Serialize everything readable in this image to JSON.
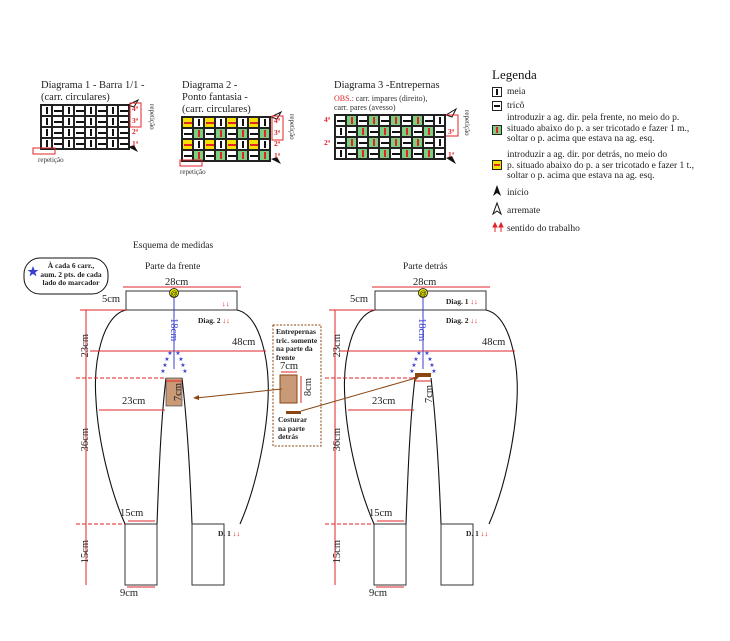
{
  "diagram1": {
    "title_lines": [
      "Diagrama 1 - Barra 1/1 -",
      "(carr. circulares)"
    ],
    "rows": [
      [
        "meia",
        "trico",
        "meia",
        "trico",
        "meia",
        "trico",
        "meia",
        "trico"
      ],
      [
        "meia",
        "trico",
        "meia",
        "trico",
        "meia",
        "trico",
        "meia",
        "trico"
      ],
      [
        "meia",
        "trico",
        "meia",
        "trico",
        "meia",
        "trico",
        "meia",
        "trico"
      ],
      [
        "meia",
        "trico",
        "meia",
        "trico",
        "meia",
        "trico",
        "meia",
        "trico"
      ]
    ],
    "row_labels": [
      "4ª",
      "3ª",
      "2ª",
      "1ª"
    ],
    "repeat_bottom": "repetição",
    "repeat_side": "repetição"
  },
  "diagram2": {
    "title_lines": [
      "Diagrama 2 -",
      "Ponto fantasia -",
      "(carr. circulares)"
    ],
    "rows": [
      [
        "yellow",
        "meia",
        "yellow",
        "meia",
        "yellow",
        "meia",
        "yellow",
        "meia"
      ],
      [
        "trico",
        "green",
        "trico",
        "green",
        "trico",
        "green",
        "trico",
        "green"
      ],
      [
        "yellow",
        "meia",
        "yellow",
        "meia",
        "yellow",
        "meia",
        "yellow",
        "meia"
      ],
      [
        "trico",
        "green",
        "trico",
        "green",
        "trico",
        "green",
        "trico",
        "green"
      ]
    ],
    "row_labels": [
      "4ª",
      "3ª",
      "2ª",
      "1ª"
    ],
    "repeat_bottom": "repetição",
    "repeat_side": "repetição"
  },
  "diagram3": {
    "title": "Diagrama 3 -Entrepernas",
    "obs_label": "OBS.:",
    "obs_line1": " carr. impares (direito),",
    "obs_line2": "carr. pares (avesso)",
    "rows": [
      [
        "trico",
        "green",
        "trico",
        "green",
        "trico",
        "green",
        "trico",
        "green",
        "trico",
        "meia"
      ],
      [
        "meia",
        "trico",
        "green",
        "trico",
        "green",
        "trico",
        "green",
        "trico",
        "green",
        "trico"
      ],
      [
        "trico",
        "green",
        "trico",
        "green",
        "trico",
        "green",
        "trico",
        "green",
        "trico",
        "meia"
      ],
      [
        "meia",
        "trico",
        "green",
        "trico",
        "green",
        "trico",
        "green",
        "trico",
        "green",
        "trico"
      ]
    ],
    "left_labels": [
      "4ª",
      "",
      "2ª",
      ""
    ],
    "right_labels": [
      "",
      "3ª",
      "",
      "1ª"
    ],
    "repeat_side": "repetição"
  },
  "legend": {
    "title": "Legenda",
    "items": [
      {
        "symbol": "meia",
        "text": [
          "meia"
        ]
      },
      {
        "symbol": "trico",
        "text": [
          "tricô"
        ]
      },
      {
        "symbol": "green",
        "text": [
          "introduzir a ag. dir. pela frente, no meio do p.",
          "situado abaixo do p. a ser tricotado e fazer 1 m.,",
          "soltar o p. acima que estava na ag. esq."
        ]
      },
      {
        "symbol": "yellow",
        "text": [
          "introduzir a ag. dir. por detrás, no meio do",
          "p. situado abaixo do p. a ser tricotado e fazer 1 t.,",
          "soltar o p. acima que estava na ag. esq."
        ]
      },
      {
        "symbol": "inicio",
        "text": [
          "início"
        ]
      },
      {
        "symbol": "arremate",
        "text": [
          "arremate"
        ]
      },
      {
        "symbol": "sentido",
        "text": [
          "sentido do trabalho"
        ]
      }
    ]
  },
  "scheme": {
    "title": "Esquema de medidas",
    "note_lines": [
      "À cada 6 carr.,",
      "aum. 2 pts. de cada",
      "lado do marcador"
    ],
    "front": {
      "title": "Parte da frente",
      "waist_width": "28cm",
      "band_height": "5cm",
      "rise": "18cm",
      "hip_height": "23cm",
      "hip_width": "48cm",
      "crotch_width": "23cm",
      "gusset": "7cm",
      "leg_length": "36cm",
      "knee_width": "15cm",
      "cuff_height": "15cm",
      "cuff_width": "9cm",
      "diag2_label": "Diag. 2",
      "d1_label": "D. 1",
      "marker": "@"
    },
    "back": {
      "title": "Parte detrás",
      "waist_width": "28cm",
      "band_height": "5cm",
      "rise": "18cm",
      "hip_height": "23cm",
      "hip_width": "48cm",
      "crotch_width": "23cm",
      "gusset": "7cm",
      "leg_length": "36cm",
      "knee_width": "15cm",
      "cuff_height": "15cm",
      "cuff_width": "9cm",
      "diag1_label": "Diag. 1",
      "diag2_label": "Diag. 2",
      "d1_label": "D. 1",
      "marker": "@"
    },
    "gusset_box": {
      "title_lines": [
        "Entrepernas",
        "tric. somente",
        "na parte da",
        "frente"
      ],
      "width": "7cm",
      "height": "8cm",
      "sew_lines": [
        "Costurar",
        "na parte",
        "detrás"
      ]
    },
    "arrows_symbol": "↓↓"
  },
  "colors": {
    "red": "#e0242a",
    "blue": "#3a3fd0",
    "green": "#7dcf7f",
    "yellow": "#f5e000",
    "tan": "#c99a78",
    "brown": "#8a4510"
  }
}
